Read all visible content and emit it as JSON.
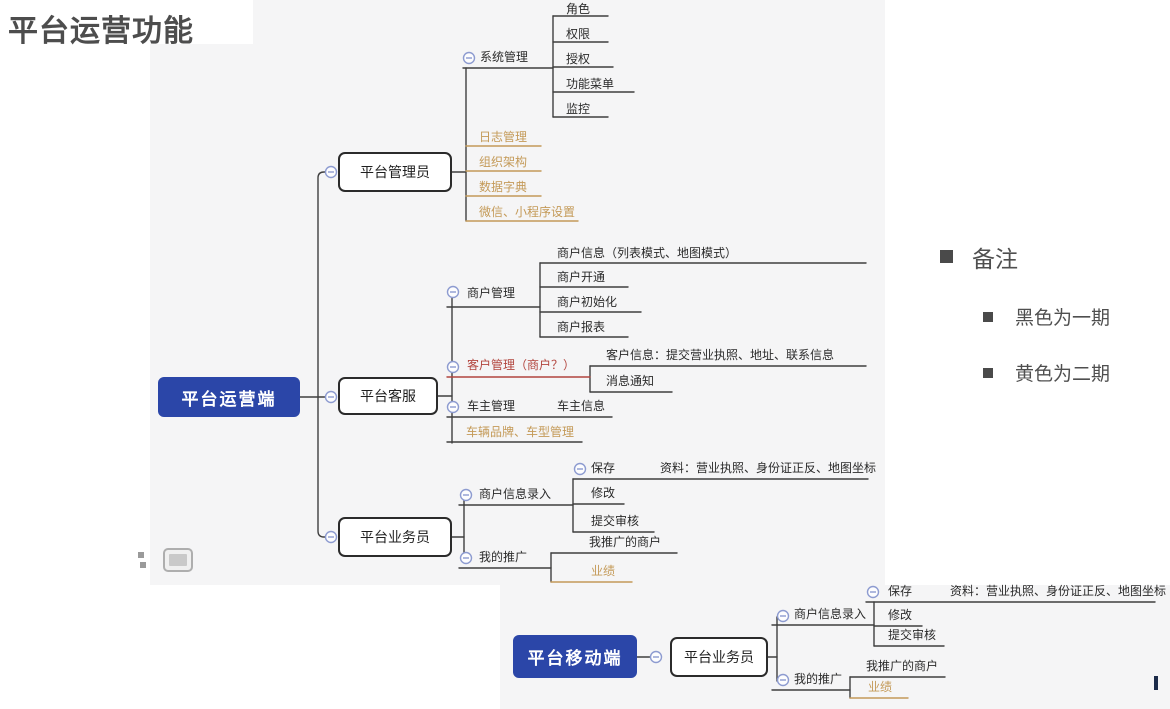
{
  "title": "平台运营功能",
  "legend": {
    "title": "备注",
    "items": [
      "黑色为一期",
      "黄色为二期"
    ]
  },
  "colors": {
    "root_blue": "#2b46a8",
    "phase1_black": "#2b2b2b",
    "phase2_orange": "#c49a58",
    "note_red": "#b2453e",
    "collapse_icon_blue": "#8d9bd0",
    "canvas_gray": "#f5f5f6"
  },
  "main_map": {
    "root": "平台运营端",
    "admin": {
      "label": "平台管理员",
      "system": "系统管理",
      "system_children": [
        "角色",
        "权限",
        "授权",
        "功能菜单",
        "监控"
      ],
      "phase2": [
        "日志管理",
        "组织架构",
        "数据字典",
        "微信、小程序设置"
      ]
    },
    "service": {
      "label": "平台客服",
      "merchant": "商户管理",
      "merchant_children": [
        "商户信息（列表模式、地图模式）",
        "商户开通",
        "商户初始化",
        "商户报表"
      ],
      "customer": "客户管理（商户？）",
      "customer_children": [
        "客户信息：提交营业执照、地址、联系信息",
        "消息通知"
      ],
      "owner": "车主管理",
      "owner_child": "车主信息",
      "vehicle": "车辆品牌、车型管理"
    },
    "sales": {
      "label": "平台业务员",
      "entry": "商户信息录入",
      "save": "保存",
      "save_child": "资料：营业执照、身份证正反、地图坐标",
      "modify": "修改",
      "submit": "提交审核",
      "promo": "我的推广",
      "promo_merchants": "我推广的商户",
      "performance": "业绩"
    }
  },
  "mobile_map": {
    "root": "平台移动端",
    "sales": "平台业务员",
    "entry": "商户信息录入",
    "save": "保存",
    "save_child": "资料：营业执照、身份证正反、地图坐标",
    "modify": "修改",
    "submit": "提交审核",
    "promo": "我的推广",
    "promo_merchants": "我推广的商户",
    "performance": "业绩"
  }
}
